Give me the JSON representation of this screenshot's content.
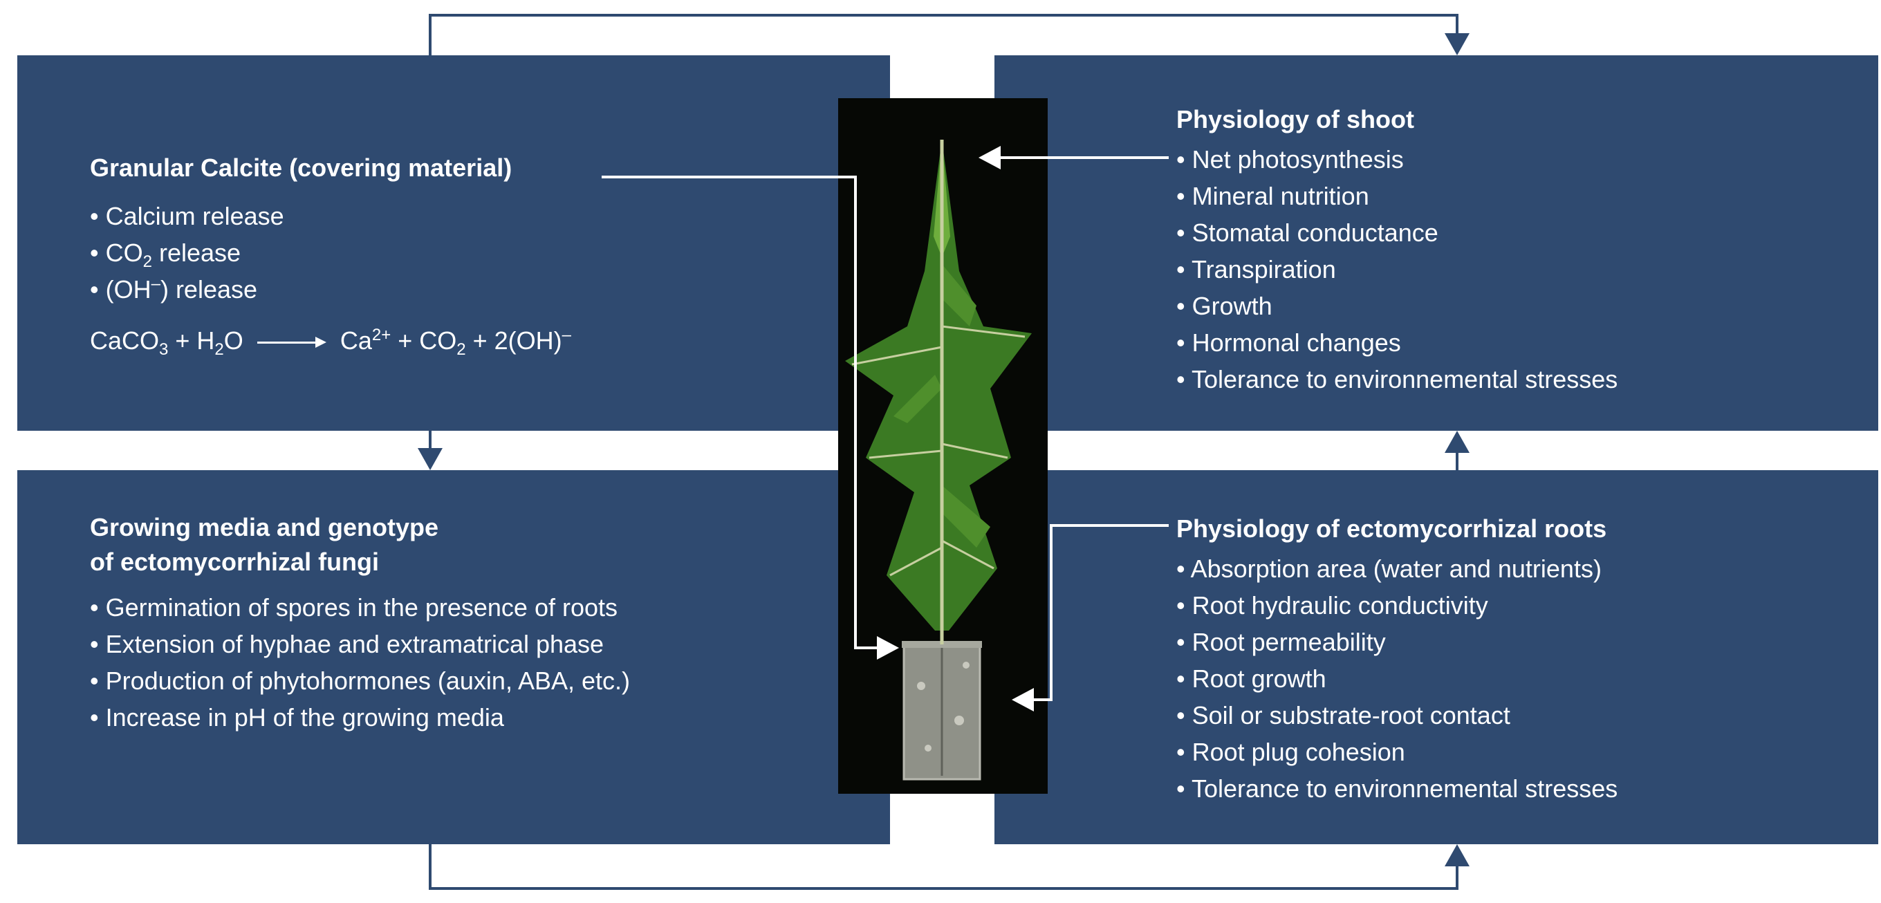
{
  "calcite": {
    "title": "Granular Calcite (covering material)",
    "items": [
      "Calcium release",
      "CO",
      "(OH",
      "CaCO"
    ],
    "bullets": [
      {
        "text": "• Calcium release"
      },
      {
        "pre": "• CO",
        "sub": "2",
        "post": " release"
      },
      {
        "pre": "• (OH",
        "sup": "–",
        "post": ") release"
      }
    ],
    "equation": {
      "left": [
        "CaCO",
        "3",
        " + H",
        "2",
        "O"
      ],
      "right": [
        "Ca",
        "2+",
        " + CO",
        "2",
        " + 2(OH)",
        "–"
      ]
    }
  },
  "media": {
    "title_line1": "Growing media and genotype",
    "title_line2": "of ectomycorrhizal fungi",
    "items": [
      "• Germination of spores in the presence of roots",
      "• Extension of hyphae and extramatrical phase",
      "• Production of phytohormones (auxin, ABA, etc.)",
      "• Increase in pH of the growing media"
    ]
  },
  "shoot": {
    "title": "Physiology of shoot",
    "items": [
      "• Net photosynthesis",
      "• Mineral nutrition",
      "• Stomatal conductance",
      "• Transpiration",
      "• Growth",
      "• Hormonal changes",
      "• Tolerance to environnemental stresses"
    ]
  },
  "roots": {
    "title": "Physiology of ectomycorrhizal roots",
    "items": [
      "• Absorption area (water and nutrients)",
      "• Root hydraulic conductivity",
      "• Root permeability",
      "• Root growth",
      "• Soil or substrate-root contact",
      "• Root plug cohesion",
      "• Tolerance to environnemental stresses"
    ]
  },
  "colors": {
    "box": "#2f4a70",
    "arrow": "#2f4a70",
    "connector": "#ffffff",
    "needle": "#3b7a23"
  }
}
